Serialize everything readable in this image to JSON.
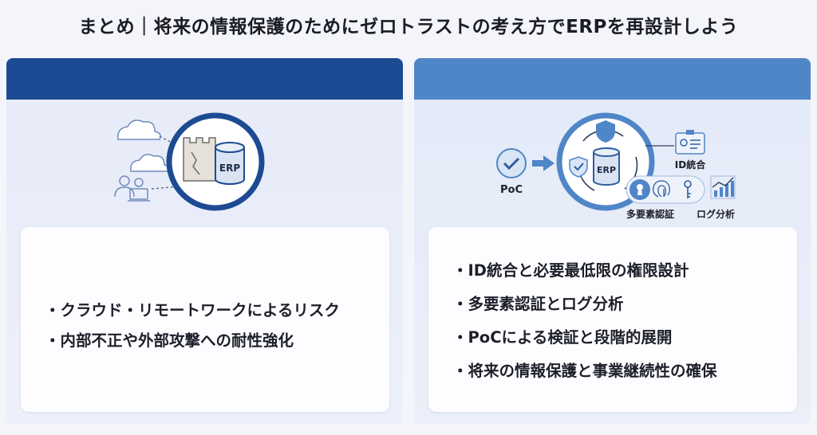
{
  "title": "まとめ｜将来の情報保護のためにゼロトラストの考え方でERPを再設計しよう",
  "left": {
    "illustration": {
      "db_label": "ERP",
      "icons": [
        "cloud-icon",
        "cloud-icon",
        "user-icon",
        "laptop-icon",
        "castle-wall-icon",
        "database-icon"
      ]
    },
    "bullets": [
      "クラウド・リモートワークによるリスク",
      "内部不正や外部攻撃への耐性強化"
    ]
  },
  "right": {
    "illustration": {
      "poc_label": "PoC",
      "db_label": "ERP",
      "id_label": "ID統合",
      "mfa_label": "多要素認証",
      "log_label": "ログ分析",
      "icons": [
        "check-icon",
        "arrow-right-icon",
        "shield-icon",
        "database-icon",
        "id-card-icon",
        "keyhole-icon",
        "fingerprint-icon",
        "key-icon",
        "chart-icon"
      ]
    },
    "bullets": [
      "ID統合と必要最低限の権限設計",
      "多要素認証とログ分析",
      "PoCによる検証と段階的展開",
      "将来の情報保護と事業継続性の確保"
    ]
  },
  "colors": {
    "left_header": "#1c4b93",
    "right_header": "#4f86c7",
    "ring": "#1c4b93"
  }
}
